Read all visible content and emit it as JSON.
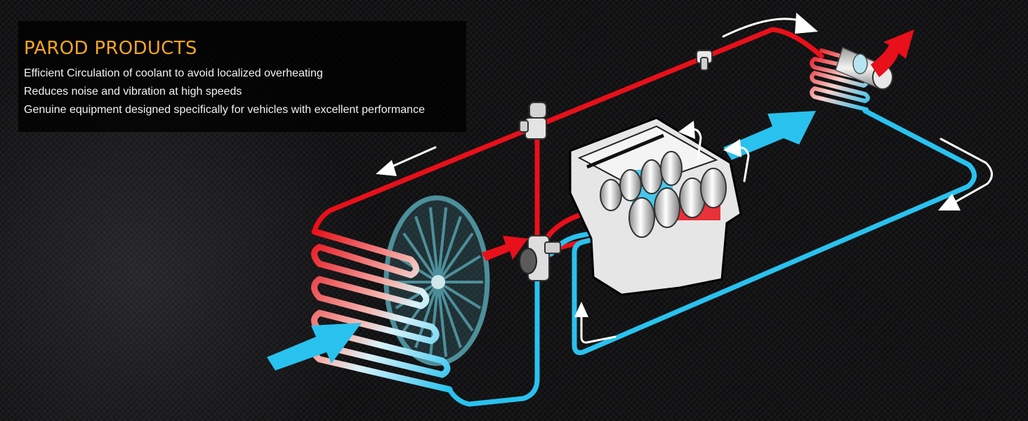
{
  "info_panel": {
    "title": "PAROD PRODUCTS",
    "features": [
      "Efficient Circulation of coolant to avoid localized overheating",
      "Reduces noise and vibration at high speeds",
      "Genuine equipment designed specifically for vehicles with excellent performance"
    ]
  },
  "diagram": {
    "colors": {
      "hot_coolant": "#e8101a",
      "cold_coolant": "#29c2ee",
      "flow_arrow": "#ffffff",
      "fan": "#4d8f9a",
      "engine_block": "#e6e6e6"
    },
    "icons": [
      "radiator-icon",
      "fan-icon",
      "engine-block-icon",
      "heater-core-icon",
      "thermostat-icon",
      "water-pump-icon",
      "hose-fitting-icon"
    ]
  }
}
